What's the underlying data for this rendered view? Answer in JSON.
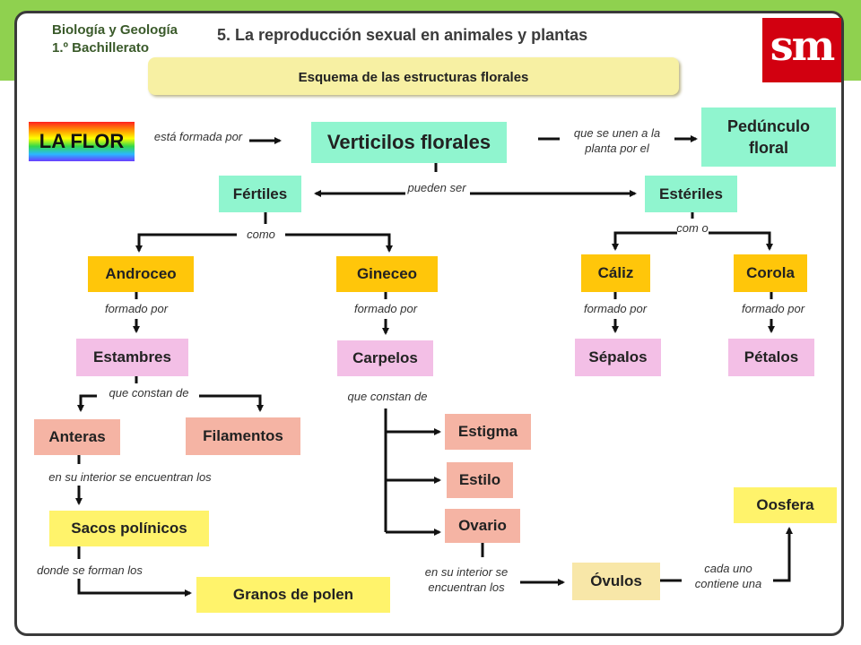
{
  "header": {
    "course_line1": "Biología y Geología",
    "course_line2": "1.º Bachillerato",
    "unit_title": "5. La reproducción sexual en animales y plantas",
    "logo": "sm",
    "banner": "Esquema de las estructuras florales"
  },
  "colors": {
    "header_band": "#8fd14f",
    "logo_red": "#d20010",
    "banner": "#f7f0a3",
    "green_box": "#90f5cf",
    "orange_box": "#ffc60a",
    "pink_box": "#f3bfe6",
    "salmon_box": "#f5b4a4",
    "yellow_box": "#fff36b"
  },
  "nodes": {
    "flor": "LA FLOR",
    "verticilos": "Verticilos florales",
    "pedunculo": "Pedúnculo floral",
    "fertiles": "Fértiles",
    "esteriles": "Estériles",
    "androceo": "Androceo",
    "gineceo": "Gineceo",
    "caliz": "Cáliz",
    "corola": "Corola",
    "estambres": "Estambres",
    "carpelos": "Carpelos",
    "sepalos": "Sépalos",
    "petalos": "Pétalos",
    "anteras": "Anteras",
    "filamentos": "Filamentos",
    "estigma": "Estigma",
    "estilo": "Estilo",
    "ovario": "Ovario",
    "sacos": "Sacos polínicos",
    "granos": "Granos de polen",
    "ovulos": "Óvulos",
    "oosfera": "Oosfera"
  },
  "links": {
    "esta_formada_por": "está formada por",
    "que_se_unen": "que se unen a la planta por el",
    "pueden_ser": "pueden ser",
    "como_left": "como",
    "como_right": "com o",
    "formado_por": "formado por",
    "que_constan_de": "que constan de",
    "en_su_interior": "en su interior se encuentran los",
    "donde_se_forman": "donde se forman los",
    "en_su_interior_2": "en su interior se encuentran los",
    "cada_uno": "cada uno contiene una"
  }
}
